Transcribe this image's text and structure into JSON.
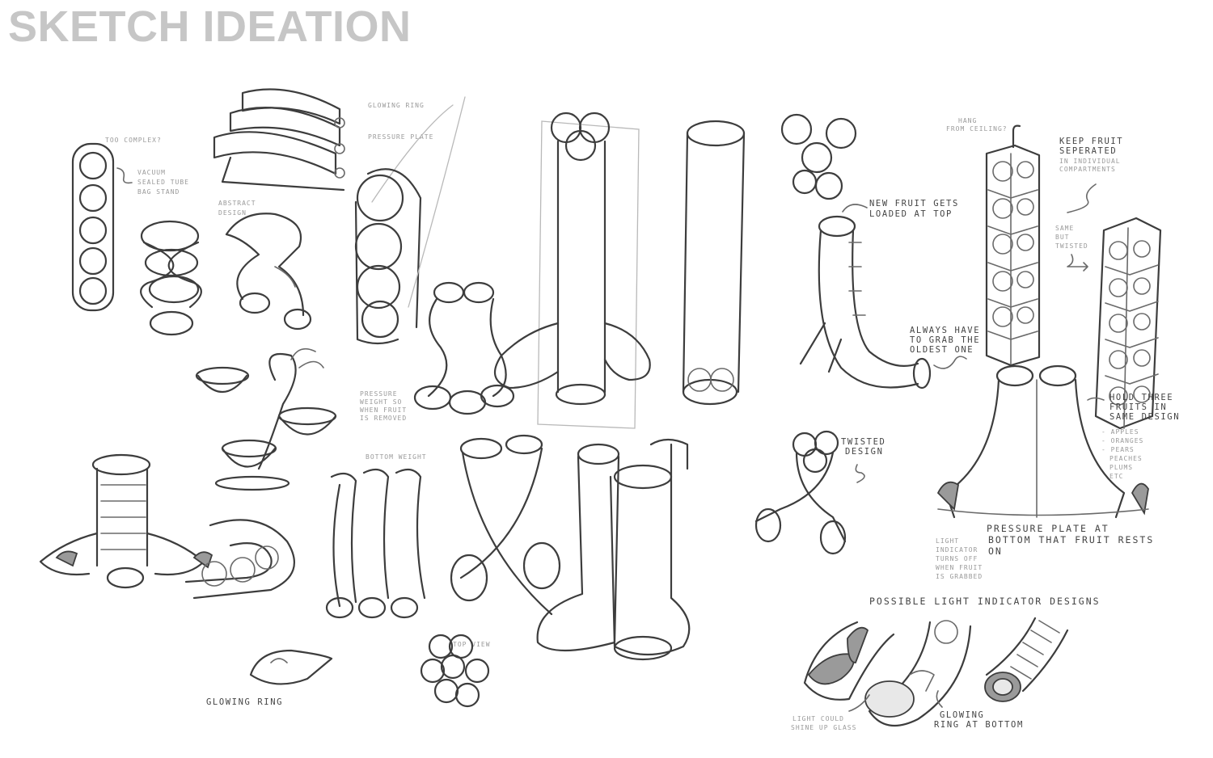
{
  "page": {
    "title": "SKETCH IDEATION"
  },
  "annotations": {
    "hang_from_ceiling": [
      "HANG",
      "FROM CEILING?"
    ],
    "keep_fruit_separated": [
      "KEEP FRUIT",
      "SEPERATED",
      "IN INDIVIDUAL",
      "COMPARTMENTS"
    ],
    "same_but_twisted": [
      "SAME",
      "BUT",
      "TWISTED"
    ],
    "new_fruit_loaded": [
      "NEW FRUIT GETS",
      "LOADED AT TOP"
    ],
    "always_grab_oldest": [
      "ALWAYS HAVE",
      "TO GRAB THE",
      "OLDEST ONE"
    ],
    "twisted_design": [
      "TWISTED",
      "DESIGN"
    ],
    "hold_three_fruits": [
      "HOLD THREE",
      "FRUITS IN",
      "SAME DESIGN",
      "- APPLES",
      "- ORANGES",
      "- PEARS",
      "PEACHES",
      "PLUMS",
      "ETC"
    ],
    "pressure_plate": [
      "PRESSURE PLATE AT",
      "BOTTOM THAT FRUIT RESTS",
      "ON"
    ],
    "light_indicator": [
      "LIGHT",
      "INDICATOR",
      "TURNS OFF",
      "WHEN FRUIT",
      "IS GRABBED"
    ],
    "possible_light_designs": "POSSIBLE LIGHT INDICATOR DESIGNS",
    "light_shine_glass": [
      "LIGHT COULD",
      "SHINE UP GLASS"
    ],
    "glowing_ring_bottom": [
      "GLOWING",
      "RING AT BOTTOM"
    ],
    "glowing_ring": "GLOWING RING",
    "top_view": "TOP VIEW"
  },
  "icons": {
    "arrow": "squiggle-arrow-icon"
  }
}
